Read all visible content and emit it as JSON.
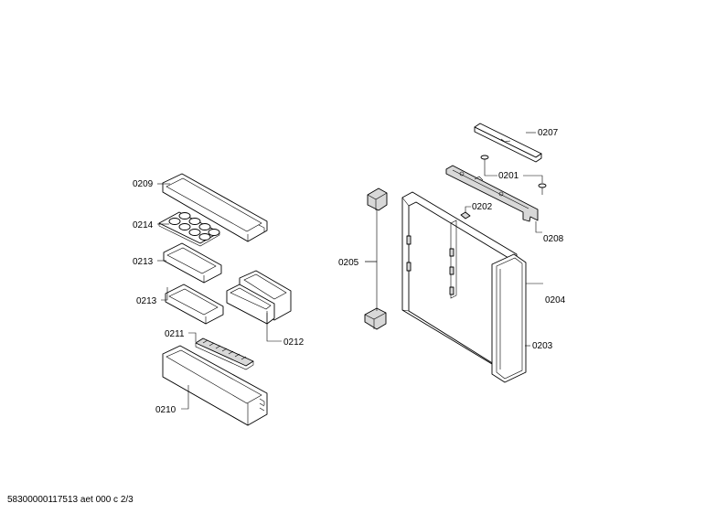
{
  "parts": {
    "p0207": "0207",
    "p0201": "0201",
    "p0202": "0202",
    "p0208": "0208",
    "p0205": "0205",
    "p0204": "0204",
    "p0203": "0203",
    "p0209": "0209",
    "p0214": "0214",
    "p0213a": "0213",
    "p0213b": "0213",
    "p0211": "0211",
    "p0212": "0212",
    "p0210": "0210"
  },
  "footer": {
    "doc_id": "58300000117513 aet 000 c 2/3"
  }
}
